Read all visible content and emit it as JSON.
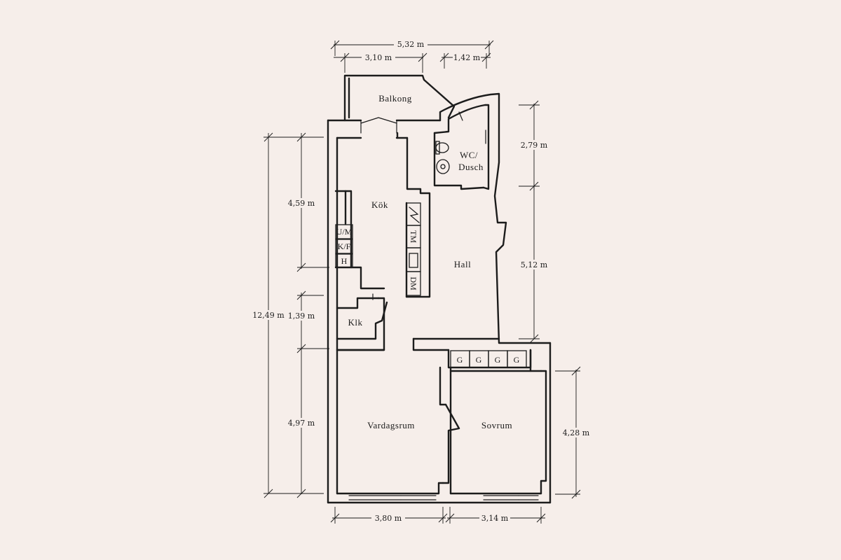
{
  "rooms": {
    "balkong": "Balkong",
    "wc": "WC/",
    "dusch": "Dusch",
    "kok": "Kök",
    "hall": "Hall",
    "klk": "Klk",
    "vardagsrum": "Vardagsrum",
    "sovrum": "Sovrum"
  },
  "fixtures": {
    "um": "U/M",
    "kf": "K/F",
    "h": "H",
    "tm": "TM",
    "dm": "DM",
    "g": "G"
  },
  "dimensions": {
    "total_width": "5,32 m",
    "balcony_width": "3,10 m",
    "bath_width": "1,42 m",
    "wc_height": "2,79 m",
    "hall_height": "5,12 m",
    "total_height": "12,49 m",
    "kitchen_height": "4,59 m",
    "klk_height": "1,39 m",
    "living_height": "4,97 m",
    "bedroom_height": "4,28 m",
    "living_width": "3,80 m",
    "bedroom_width": "3,14 m"
  }
}
